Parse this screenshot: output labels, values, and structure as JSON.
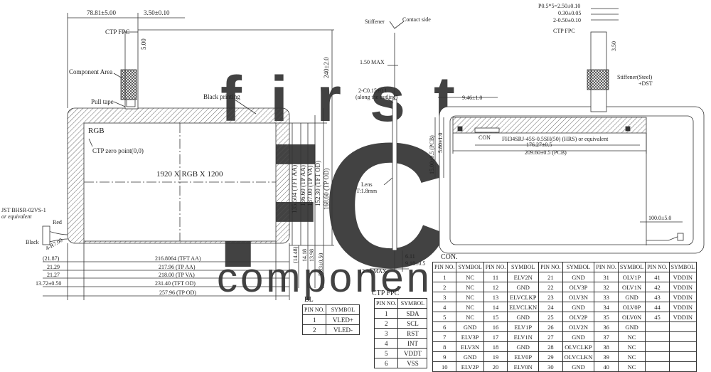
{
  "watermark": {
    "line1": "first",
    "line2": "FC",
    "line3": "components",
    "color": "#c9dcee"
  },
  "front_view": {
    "dims_top": [
      "78.81±5.00",
      "3.50±0.10"
    ],
    "ctp_fpc": "CTP FPC",
    "fpc_width": "5.00",
    "total_height": "240±2.0",
    "component_area": "Component Area",
    "pull_tape": "Pull tape",
    "black_printing": "Black printing",
    "rgb": "RGB",
    "ctp_zero": "CTP zero point(0,0)",
    "resolution": "1920 X RGB X 1200",
    "vdims": [
      "135.504 (TFT AA)",
      "136.60 (TP AA)",
      "137.00 (TP VA)",
      "152.30 (TFT OD)",
      "168.60 (TP OD)"
    ],
    "hdims_left": [
      "(21.87)",
      "21.29",
      "21.27",
      "13.72±0.50"
    ],
    "hdims": [
      "216.8064 (TFT AA)",
      "217.96 (TP AA)",
      "218.00 (TP VA)",
      "231.40 (TFT OD)",
      "257.96 (TP OD)"
    ],
    "right_small": [
      "(14.48)",
      "14.18",
      "13.98",
      "7.83±0.50"
    ],
    "connector": "JST BHSR-02VS-1",
    "connector_eq": "or equivalent",
    "red": "Red",
    "black": "Black",
    "wire_len": "4-R7.00"
  },
  "side_view": {
    "stiffener": "Stiffener",
    "contact_side": "Contact side",
    "max_top": "1.50 MAX",
    "chamfer": "2-C0.15±0.1",
    "chamfer_note": "(along the outline)",
    "lens": "Lens",
    "lens_t": "T:1.8mm",
    "d1": "6.11",
    "d2": "9.18±0.5",
    "max_bottom": "12.33 MAX"
  },
  "back_view": {
    "pitch": "P0.5*5=2.50±0.10",
    "d1": "0.30±0.05",
    "d2": "2-0.50±0.10",
    "ctp_fpc": "CTP FPC",
    "fpc_len": "3.50",
    "stiffener": "Stiffener(Steel)",
    "dst": "+DST",
    "d946": "9.46±1.0",
    "d580": "5.80±1.0",
    "d15": "15.00±0.5 (PCB)",
    "con": "CON",
    "fh": "FH34SRJ-45S-0.5SH(50) (HRS) or equivalent",
    "d176": "176.27±0.5",
    "d209": "209.60±0.5 (PCB)",
    "d100": "100.0±5.0"
  },
  "bl": {
    "title": "BL",
    "headers": [
      "PIN NO.",
      "SYMBOL"
    ],
    "rows": [
      [
        "1",
        "VLED+"
      ],
      [
        "2",
        "VLED-"
      ]
    ]
  },
  "ctp": {
    "title": "CTP FPC",
    "headers": [
      "PIN NO.",
      "SYMBOL"
    ],
    "rows": [
      [
        "1",
        "SDA"
      ],
      [
        "2",
        "SCL"
      ],
      [
        "3",
        "RST"
      ],
      [
        "4",
        "INT"
      ],
      [
        "5",
        "VDDT"
      ],
      [
        "6",
        "VSS"
      ]
    ]
  },
  "con": {
    "title": "CON.",
    "headers": [
      "PIN NO.",
      "SYMBOL",
      "PIN NO.",
      "SYMBOL",
      "PIN NO.",
      "SYMBOL",
      "PIN NO.",
      "SYMBOL",
      "PIN NO.",
      "SYMBOL"
    ],
    "rows": [
      [
        "1",
        "NC",
        "11",
        "ELV2N",
        "21",
        "GND",
        "31",
        "OLV1P",
        "41",
        "VDDIN"
      ],
      [
        "2",
        "NC",
        "12",
        "GND",
        "22",
        "OLV3P",
        "32",
        "OLV1N",
        "42",
        "VDDIN"
      ],
      [
        "3",
        "NC",
        "13",
        "ELVCLKP",
        "23",
        "OLV3N",
        "33",
        "GND",
        "43",
        "VDDIN"
      ],
      [
        "4",
        "NC",
        "14",
        "ELVCLKN",
        "24",
        "GND",
        "34",
        "OLV0P",
        "44",
        "VDDIN"
      ],
      [
        "5",
        "NC",
        "15",
        "GND",
        "25",
        "OLV2P",
        "35",
        "OLV0N",
        "45",
        "VDDIN"
      ],
      [
        "6",
        "GND",
        "16",
        "ELV1P",
        "26",
        "OLV2N",
        "36",
        "GND",
        "",
        ""
      ],
      [
        "7",
        "ELV3P",
        "17",
        "ELV1N",
        "27",
        "GND",
        "37",
        "NC",
        "",
        ""
      ],
      [
        "8",
        "ELV3N",
        "18",
        "GND",
        "28",
        "OLVCLKP",
        "38",
        "NC",
        "",
        ""
      ],
      [
        "9",
        "GND",
        "19",
        "ELV0P",
        "29",
        "OLVCLKN",
        "39",
        "NC",
        "",
        ""
      ],
      [
        "10",
        "ELV2P",
        "20",
        "ELV0N",
        "30",
        "GND",
        "40",
        "NC",
        "",
        ""
      ]
    ]
  }
}
